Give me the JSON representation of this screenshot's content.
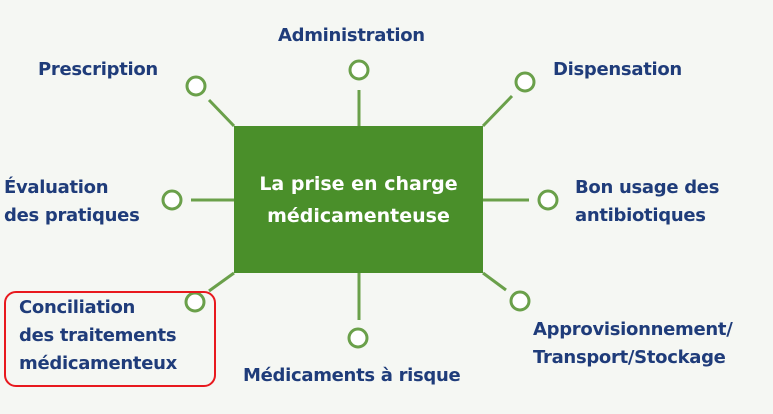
{
  "center": {
    "line1": "La prise en charge",
    "line2": "médicamenteuse"
  },
  "nodes": {
    "administration": "Administration",
    "prescription": "Prescription",
    "dispensation": "Dispensation",
    "evaluation": [
      "Évaluation",
      "des pratiques"
    ],
    "antibiotiques": [
      "Bon usage des",
      "antibiotiques"
    ],
    "conciliation": [
      "Conciliation",
      "des traitements",
      "médicamenteux"
    ],
    "risque": "Médicaments à risque",
    "approvisionnement": [
      "Approvisionnement/",
      "Transport/Stockage"
    ]
  },
  "colors": {
    "green": "#4a8f2a",
    "line": "#6aa04a",
    "text": "#1f3c7a",
    "highlight": "#e8191e"
  }
}
